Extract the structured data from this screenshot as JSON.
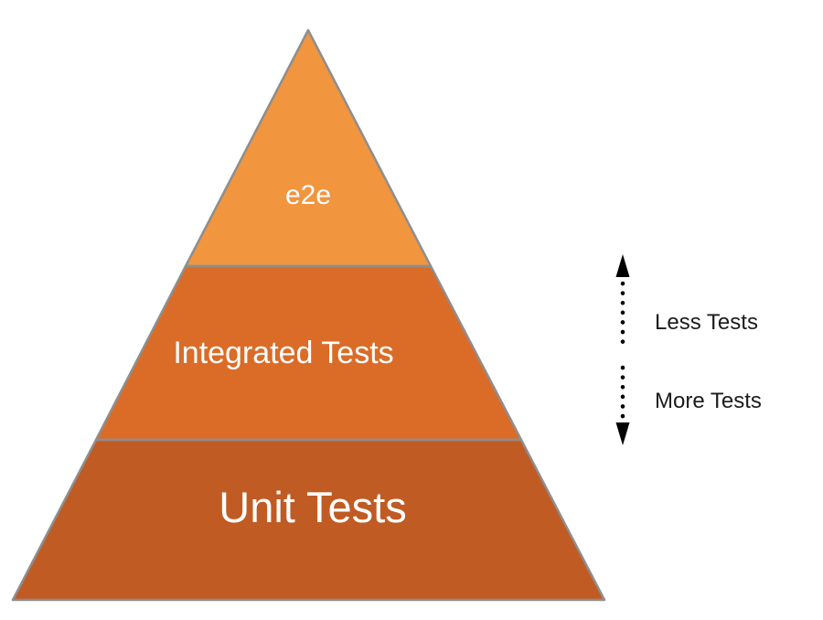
{
  "pyramid": {
    "stroke_color": "#8e8e8e",
    "layers": [
      {
        "id": "e2e",
        "label": "e2e",
        "color": "#f1953e",
        "text_color": "#ffffff"
      },
      {
        "id": "integrated",
        "label": "Integrated Tests",
        "color": "#da6c28",
        "text_color": "#ffffff"
      },
      {
        "id": "unit",
        "label": "Unit Tests",
        "color": "#c05b24",
        "text_color": "#ffffff"
      }
    ]
  },
  "scale": {
    "arrow_color": "#000000",
    "text_color": "#1c1c1c",
    "less_label": "Less Tests",
    "more_label": "More Tests"
  }
}
